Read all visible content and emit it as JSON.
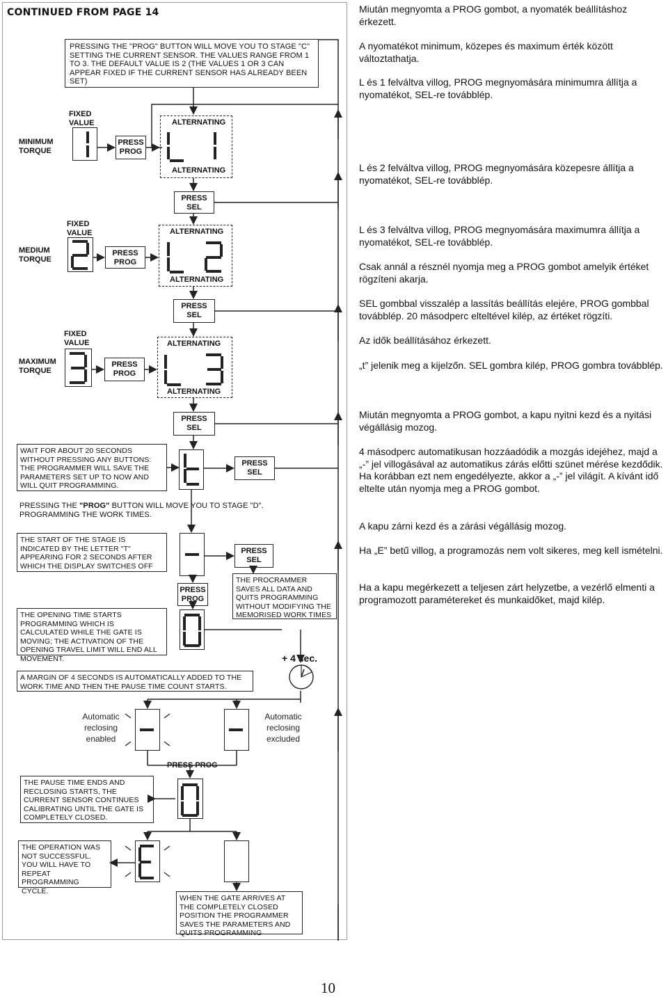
{
  "diagram": {
    "header": "CONTINUED FROM PAGE 14",
    "stage_c_note": "PRESSING THE  \"PROG\" BUTTON WILL MOVE YOU TO STAGE \"C\" SETTING THE CURRENT SENSOR. THE VALUES RANGE FROM 1 TO 3. THE DEFAULT VALUE IS 2 (THE VALUES 1 OR 3 CAN APPEAR FIXED IF THE CURRENT SENSOR HAS ALREADY BEEN SET)",
    "fixed_value": "FIXED\nVALUE",
    "alternating": "ALTERNATING",
    "press_prog": "PRESS\nPROG",
    "press_sel": "PRESS\nSEL",
    "minimum_torque": "MINIMUM\nTORQUE",
    "medium_torque": "MEDIUM\nTORQUE",
    "maximum_torque": "MAXIMUM\nTORQUE",
    "wait_note": "WAIT FOR ABOUT 20 SECONDS WITHOUT PRESSING ANY BUTTONS: THE PROGRAMMER WILL SAVE THE PARAMETERS SET UP TO NOW AND WILL QUIT PROGRAMMING.",
    "stage_d_note_prefix": "PRESSING THE ",
    "stage_d_note_prog": "\"PROG\"",
    "stage_d_note_suffix": " BUTTON WILL MOVE YOU TO STAGE \"D\".\nPROGRAMMING THE WORK TIMES.",
    "start_stage_note": "THE START OF THE STAGE IS INDICATED BY THE LETTER \"t\" APPEARING FOR 2 SECONDS AFTER WHICH THE DISPLAY SWITCHES OFF",
    "save_quit_note": "THE PROCRAMMER SAVES ALL DATA AND QUITS PROGRAMMING WITHOUT MODIFYING THE MEMORISED WORK TIMES",
    "opening_time_note": "THE OPENING TIME STARTS PROGRAMMING WHICH IS CALCULATED WHILE THE GATE IS MOVING; THE ACTIVATION OF THE OPENING TRAVEL LIMIT WILL END ALL MOVEMENT.",
    "plus_4_sec": "+ 4 sec.",
    "margin_note": "A MARGIN OF 4 SECONDS IS AUTOMATICALLY ADDED TO THE WORK TIME AND THEN THE PAUSE TIME COUNT STARTS.",
    "reclosing_enabled": "Automatic\nreclosing\nenabled",
    "reclosing_excluded": "Automatic\nreclosing\nexcluded",
    "press_prog_inline": "PRESS PROG",
    "pause_ends_note": "THE PAUSE TIME ENDS AND RECLOSING STARTS, THE CURRENT SENSOR CONTINUES CALIBRATING UNTIL THE GATE IS COMPLETELY CLOSED.",
    "not_successful_note": "THE OPERATION WAS NOT SUCCESSFUL. YOU WILL HAVE TO REPEAT PROGRAMMING CYCLE.",
    "gate_arrives_note": "WHEN THE GATE ARRIVES AT THE COMPLETELY CLOSED POSITION THE PROGRAMMER SAVES THE PARAMETERS AND QUITS PROGRAMMING"
  },
  "instructions": [
    "Miután megnyomta a PROG gombot, a nyomaték beállításhoz érkezett.",
    "A nyomatékot minimum, közepes és maximum érték között változtathatja.",
    "L és 1 felváltva villog, PROG megnyomására minimumra állítja a nyomatékot, SEL-re továbblép.",
    "L és 2 felváltva villog, PROG megnyomására közepesre állítja a nyomatékot, SEL-re továbblép.",
    "L és 3 felváltva villog, PROG megnyomására maximumra állítja a nyomatékot, SEL-re továbblép.",
    "Csak annál a résznél nyomja meg a PROG gombot amelyik értéket rögzíteni akarja.",
    "SEL gombbal visszalép a lassítás beállítás elejére, PROG gombbal továbblép. 20 másodperc elteltével kilép, az értéket rögzíti.",
    "Az idők beállításához érkezett.",
    "„t” jelenik meg a kijelzőn. SEL gombra kilép, PROG gombra továbblép.",
    "Miután megnyomta a PROG gombot, a kapu nyitni kezd és a nyitási végállásig mozog.",
    "4 másodperc automatikusan hozzáadódik a mozgás idejéhez, majd a „-” jel villogásával az automatikus zárás előtti szünet mérése kezdődik. Ha korábban ezt nem engedélyezte, akkor a „-” jel világít. A kívánt idő eltelte után nyomja meg a PROG gombot.",
    "A kapu zárni kezd és a zárási végállásig mozog.",
    "Ha „E” betű villog, a programozás nem volt sikeres, meg kell ismételni.",
    "Ha a kapu megérkezett a teljesen zárt helyzetbe, a vezérlő elmenti a programozott paramétereket és munkaidőket, majd kilép."
  ],
  "page_number": "10"
}
